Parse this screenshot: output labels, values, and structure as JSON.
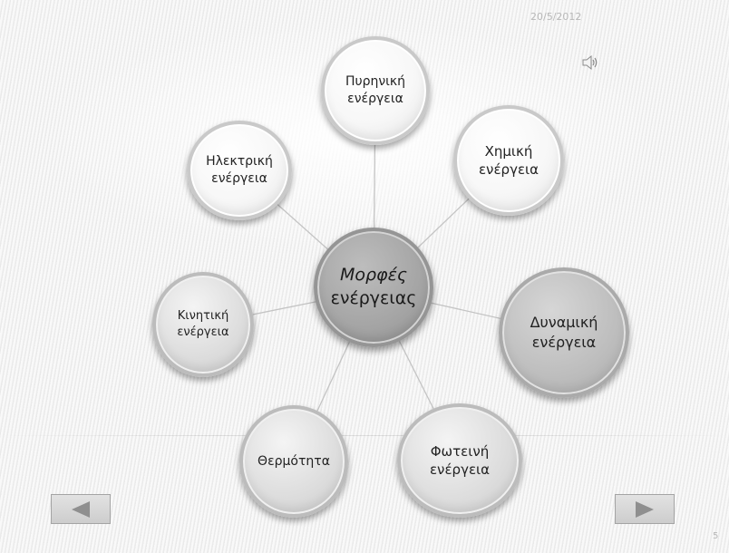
{
  "slide": {
    "date": "20/5/2012",
    "page_number": "5"
  },
  "icons": {
    "speaker": "speaker-icon",
    "previous": "left-arrow-icon",
    "next": "right-arrow-icon"
  },
  "diagram": {
    "center": {
      "line1": "Μορφές",
      "line2": "ενέργειας"
    },
    "nodes": {
      "nuclear": {
        "line1": "Πυρηνική",
        "line2": "ενέργεια"
      },
      "chemical": {
        "line1": "Χημική",
        "line2": "ενέργεια"
      },
      "potential": {
        "line1": "Δυναμική",
        "line2": "ενέργεια"
      },
      "light": {
        "line1": "Φωτεινή",
        "line2": "ενέργεια"
      },
      "heat": {
        "line1": "Θερμότητα"
      },
      "kinetic": {
        "line1": "Κινητική",
        "line2": "ενέργεια"
      },
      "electric": {
        "line1": "Ηλεκτρική",
        "line2": "ενέργεια"
      }
    }
  }
}
